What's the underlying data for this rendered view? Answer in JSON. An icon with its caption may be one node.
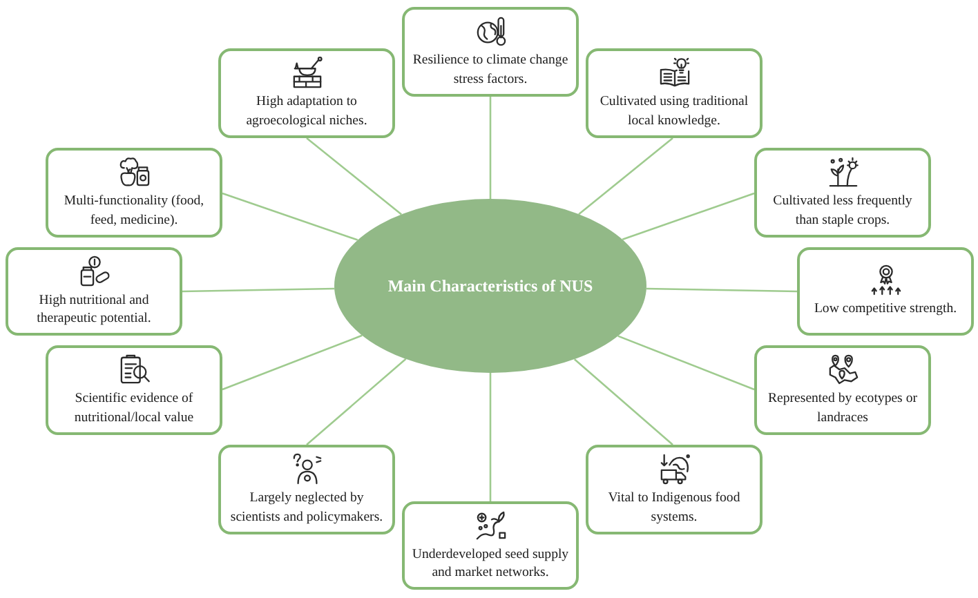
{
  "diagram": {
    "nodes": [
      {
        "text": [
          "Main Characteristics of NUS"
        ]
      },
      {
        "text": [
          "Resilience to climate change stress factors."
        ]
      },
      {
        "text": [
          "Cultivated using traditional local knowledge."
        ]
      },
      {
        "text": [
          "Cultivated less frequently than staple crops."
        ]
      },
      {
        "text": [
          "Low competitive strength."
        ]
      },
      {
        "text": [
          "Represented by ecotypes or landraces"
        ]
      },
      {
        "text": [
          "Vital to Indigenous food systems."
        ]
      },
      {
        "text": [
          "Underdeveloped seed supply and market networks."
        ]
      },
      {
        "text": [
          "Largely neglected by scientists and policymakers."
        ]
      },
      {
        "text": [
          "Scientific evidence of nutritional/local value"
        ]
      },
      {
        "text": [
          "High nutritional and therapeutic potential."
        ]
      },
      {
        "text": [
          "Multi-functionality (food, feed, medicine)."
        ]
      },
      {
        "text": [
          "High adaptation to agroecological niches."
        ]
      }
    ],
    "edges": [
      {
        "from": 0,
        "to": 1,
        "arrow": "none"
      },
      {
        "from": 0,
        "to": 2,
        "arrow": "none"
      },
      {
        "from": 0,
        "to": 3,
        "arrow": "none"
      },
      {
        "from": 0,
        "to": 4,
        "arrow": "none"
      },
      {
        "from": 0,
        "to": 5,
        "arrow": "none"
      },
      {
        "from": 0,
        "to": 6,
        "arrow": "none"
      },
      {
        "from": 0,
        "to": 7,
        "arrow": "none"
      },
      {
        "from": 0,
        "to": 8,
        "arrow": "none"
      },
      {
        "from": 0,
        "to": 9,
        "arrow": "none"
      },
      {
        "from": 0,
        "to": 10,
        "arrow": "none"
      },
      {
        "from": 0,
        "to": 11,
        "arrow": "none"
      },
      {
        "from": 0,
        "to": 12,
        "arrow": "none"
      }
    ]
  }
}
